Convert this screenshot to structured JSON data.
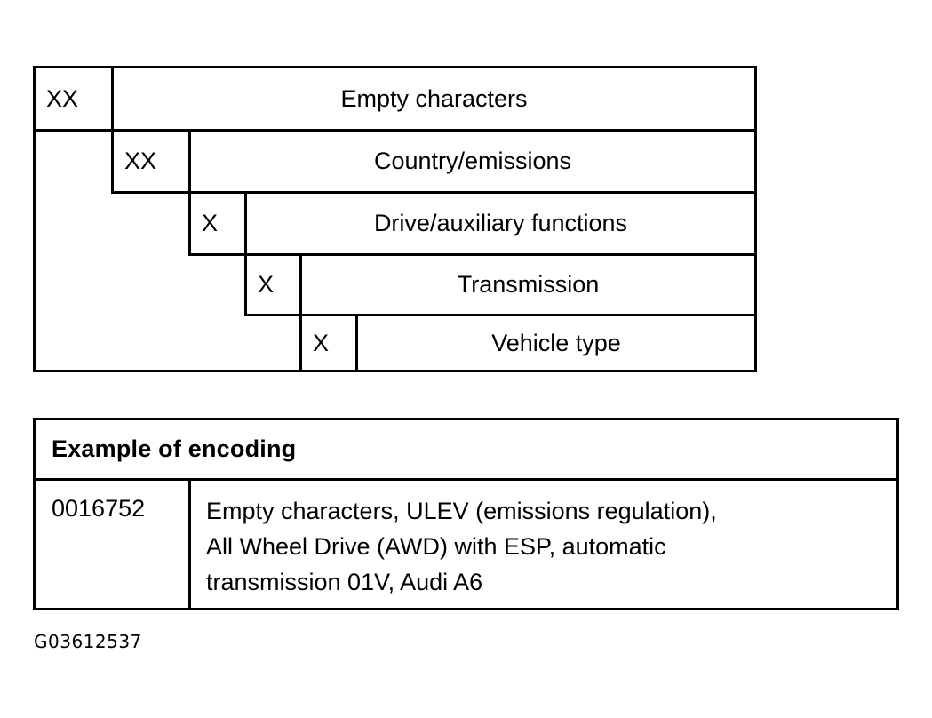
{
  "figure": {
    "id_label": "G03612537"
  },
  "structure": {
    "rows": [
      {
        "code": "XX",
        "label": "Empty characters"
      },
      {
        "code": "XX",
        "label": "Country/emissions"
      },
      {
        "code": "X",
        "label": "Drive/auxiliary functions"
      },
      {
        "code": "X",
        "label": "Transmission"
      },
      {
        "code": "X",
        "label": "Vehicle type"
      }
    ]
  },
  "example": {
    "header": "Example of encoding",
    "code": "0016752",
    "description_lines": [
      "Empty characters, ULEV (emissions regulation),",
      "All Wheel Drive (AWD) with ESP, automatic",
      "transmission 01V, Audi A6"
    ]
  },
  "colors": {
    "ink": "#000000",
    "paper": "#ffffff"
  }
}
